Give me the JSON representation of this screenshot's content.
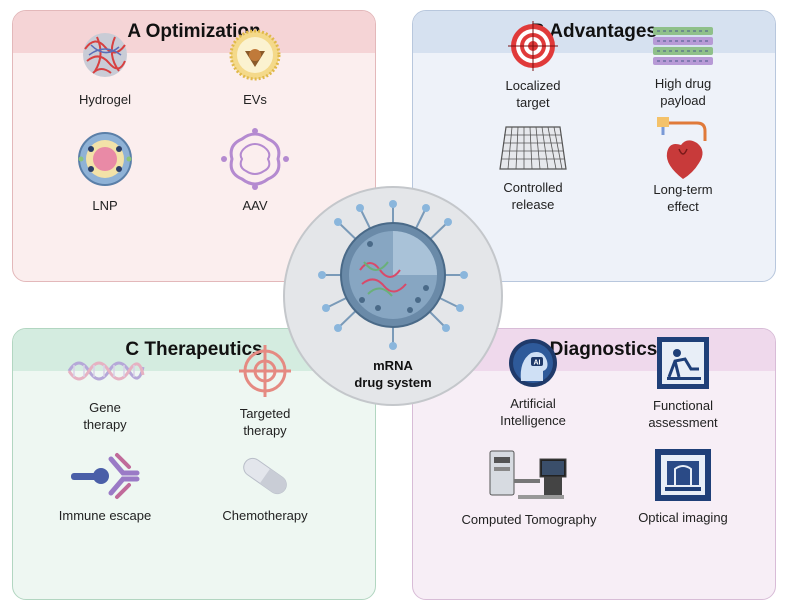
{
  "panels": {
    "optimization": {
      "title": "A Optimization",
      "items": [
        "Hydrogel",
        "EVs",
        "LNP",
        "AAV"
      ]
    },
    "advantages": {
      "title": "B Advantages",
      "items": [
        "Localized",
        "target",
        "High drug",
        "payload",
        "Controlled",
        "release",
        "Long-term",
        "effect"
      ]
    },
    "therapeutics": {
      "title": "C Therapeutics",
      "items": [
        "Gene",
        "therapy",
        "Targeted",
        "therapy",
        "Immune escape",
        "Chemotherapy"
      ]
    },
    "diagnostics": {
      "title": "D Diagnostics",
      "items": [
        "Artificial",
        "Intelligence",
        "Functional",
        "assessment",
        "Computed Tomography",
        "Optical imaging"
      ]
    }
  },
  "center": {
    "line1": "mRNA",
    "line2": "drug system"
  },
  "icons": [
    "hydrogel-icon",
    "ev-icon",
    "lnp-icon",
    "aav-icon",
    "target-icon",
    "payload-icon",
    "mesh-icon",
    "heart-icon",
    "dna-icon",
    "crosshair-icon",
    "antibody-icon",
    "capsule-icon",
    "ai-head-icon",
    "functional-icon",
    "ct-scanner-icon",
    "optical-imaging-icon",
    "mrna-particle-icon"
  ],
  "colors": {
    "optimization_header": "#f5d4d6",
    "advantages_header": "#d6e1f0",
    "therapeutics_header": "#d4ece0",
    "diagnostics_header": "#efd9ec"
  }
}
